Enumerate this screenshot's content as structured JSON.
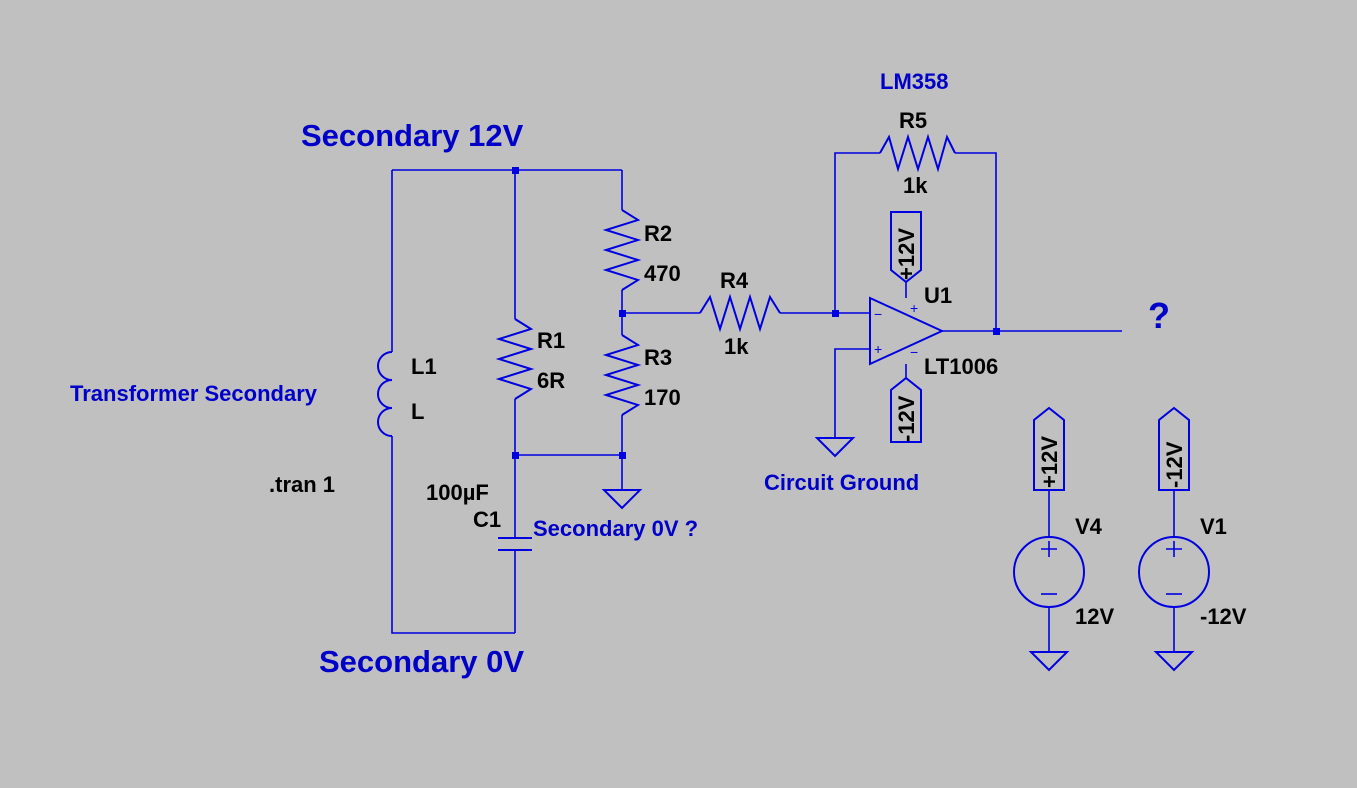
{
  "net_labels": {
    "secondary_12v": "Secondary 12V",
    "secondary_0v": "Secondary 0V",
    "secondary_0v_question": "Secondary 0V ?",
    "transformer_secondary": "Transformer Secondary",
    "circuit_ground": "Circuit Ground",
    "lm358": "LM358",
    "output_question": "?"
  },
  "directive": ".tran 1",
  "components": {
    "L1": {
      "name": "L1",
      "value": "L"
    },
    "R1": {
      "name": "R1",
      "value": "6R"
    },
    "R2": {
      "name": "R2",
      "value": "470"
    },
    "R3": {
      "name": "R3",
      "value": "170"
    },
    "R4": {
      "name": "R4",
      "value": "1k"
    },
    "R5": {
      "name": "R5",
      "value": "1k"
    },
    "C1": {
      "name": "C1",
      "value": "100µF"
    },
    "U1": {
      "name": "U1",
      "value": "LT1006"
    },
    "V4": {
      "name": "V4",
      "value": "12V"
    },
    "V1": {
      "name": "V1",
      "value": "-12V"
    }
  },
  "power_flags": {
    "u1_pos": "+12V",
    "u1_neg": "-12V",
    "v4": "+12V",
    "v1": "-12V"
  },
  "colors": {
    "background": "#c0c0c0",
    "wire": "#0000e0",
    "net_label": "#0000c8",
    "component_text": "#000000"
  }
}
